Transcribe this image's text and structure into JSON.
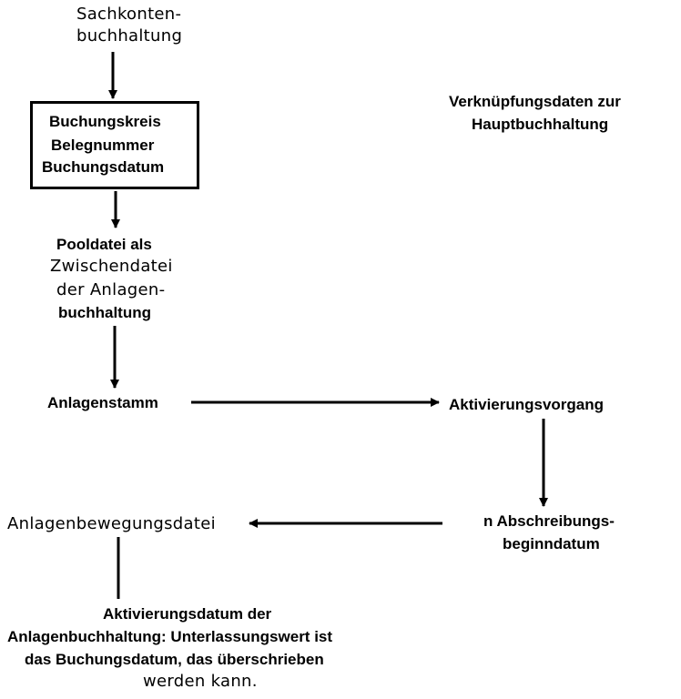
{
  "nodes": {
    "sachkonten": {
      "line1": "Sachkonten-",
      "line2": "buchhaltung"
    },
    "beleg_box": {
      "line1": "Buchungskreis",
      "line2": "Belegnummer",
      "line3": "Buchungsdatum"
    },
    "verknuepfung": {
      "line1": "Verknüpfungsdaten zur",
      "line2": "Hauptbuchhaltung"
    },
    "pooldatei": {
      "line1": "Pooldatei als",
      "line2": "Zwischendatei",
      "line3": "der Anlagen-",
      "line4": "buchhaltung"
    },
    "anlagenstamm": {
      "label": "Anlagenstamm"
    },
    "aktivierungsvorgang": {
      "label": "Aktivierungsvorgang"
    },
    "abschreibung": {
      "line1": "n Abschreibungs-",
      "line2": "beginndatum"
    },
    "bewegungsdatei": {
      "label": "Anlagenbewegungsdatei"
    },
    "aktivierungsdatum": {
      "line1": "Aktivierungsdatum der",
      "line2": "Anlagenbuchhaltung: Unterlassungswert ist",
      "line3": "das Buchungsdatum, das überschrieben",
      "line4": "werden kann."
    }
  },
  "edges": [
    {
      "from": "sachkonten",
      "to": "beleg_box",
      "arrow": true
    },
    {
      "from": "beleg_box",
      "to": "pooldatei",
      "arrow": true
    },
    {
      "from": "pooldatei",
      "to": "anlagenstamm",
      "arrow": true
    },
    {
      "from": "anlagenstamm",
      "to": "aktivierungsvorgang",
      "arrow": true
    },
    {
      "from": "aktivierungsvorgang",
      "to": "abschreibung",
      "arrow": true
    },
    {
      "from": "abschreibung",
      "to": "bewegungsdatei",
      "arrow": true
    },
    {
      "from": "bewegungsdatei",
      "to": "aktivierungsdatum",
      "arrow": false
    }
  ]
}
